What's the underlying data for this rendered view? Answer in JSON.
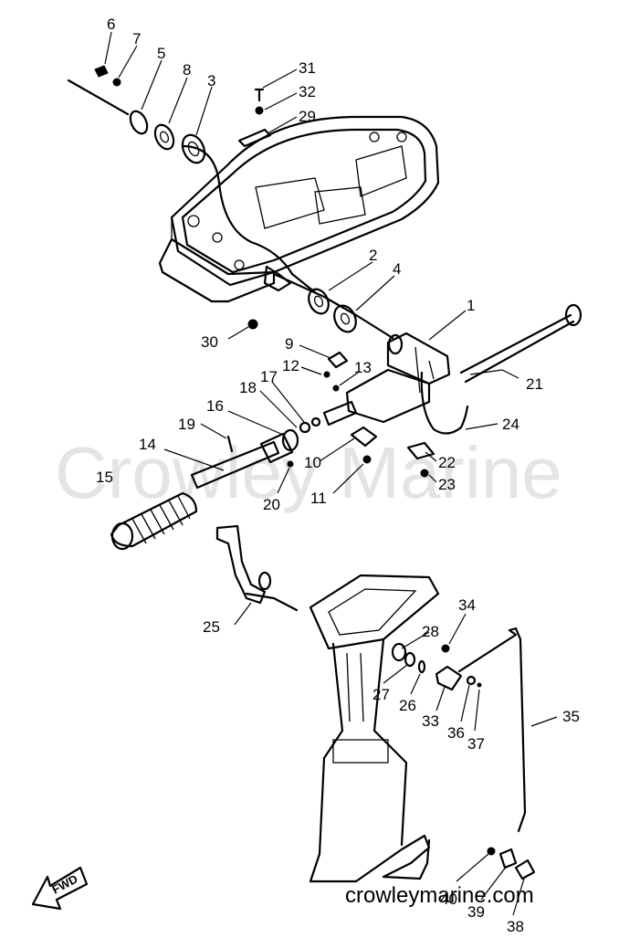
{
  "watermark": "Crowley Marine",
  "website": "crowleymarine.com",
  "direction_arrow": "FWD",
  "callouts": [
    {
      "id": "c1",
      "text": "1"
    },
    {
      "id": "c2",
      "text": "2"
    },
    {
      "id": "c3",
      "text": "3"
    },
    {
      "id": "c4",
      "text": "4"
    },
    {
      "id": "c5",
      "text": "5"
    },
    {
      "id": "c6",
      "text": "6"
    },
    {
      "id": "c7",
      "text": "7"
    },
    {
      "id": "c8",
      "text": "8"
    },
    {
      "id": "c9",
      "text": "9"
    },
    {
      "id": "c10",
      "text": "10"
    },
    {
      "id": "c11",
      "text": "11"
    },
    {
      "id": "c12",
      "text": "12"
    },
    {
      "id": "c13",
      "text": "13"
    },
    {
      "id": "c14",
      "text": "14"
    },
    {
      "id": "c15",
      "text": "15"
    },
    {
      "id": "c16",
      "text": "16"
    },
    {
      "id": "c17",
      "text": "17"
    },
    {
      "id": "c18",
      "text": "18"
    },
    {
      "id": "c19",
      "text": "19"
    },
    {
      "id": "c20",
      "text": "20"
    },
    {
      "id": "c21",
      "text": "21"
    },
    {
      "id": "c22",
      "text": "22"
    },
    {
      "id": "c23",
      "text": "23"
    },
    {
      "id": "c24",
      "text": "24"
    },
    {
      "id": "c25",
      "text": "25"
    },
    {
      "id": "c26",
      "text": "26"
    },
    {
      "id": "c27",
      "text": "27"
    },
    {
      "id": "c28",
      "text": "28"
    },
    {
      "id": "c29",
      "text": "29"
    },
    {
      "id": "c30",
      "text": "30"
    },
    {
      "id": "c31",
      "text": "31"
    },
    {
      "id": "c32",
      "text": "32"
    },
    {
      "id": "c33",
      "text": "33"
    },
    {
      "id": "c34",
      "text": "34"
    },
    {
      "id": "c35",
      "text": "35"
    },
    {
      "id": "c36",
      "text": "36"
    },
    {
      "id": "c37",
      "text": "37"
    },
    {
      "id": "c38",
      "text": "38"
    },
    {
      "id": "c39",
      "text": "39"
    },
    {
      "id": "c40",
      "text": "40"
    }
  ]
}
